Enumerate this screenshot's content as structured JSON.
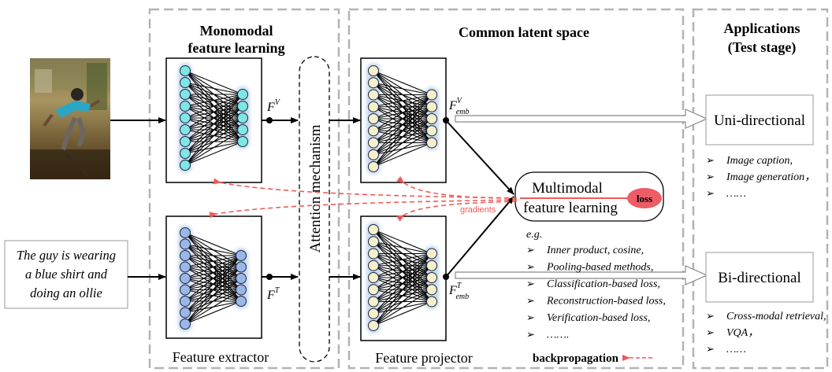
{
  "sections": {
    "monomodal_title_line1": "Monomodal",
    "monomodal_title_line2": "feature learning",
    "common_title": "Common latent space",
    "applications_title_line1": "Applications",
    "applications_title_line2": "(Test stage)"
  },
  "input_text": {
    "line1": "The guy is wearing",
    "line2": "a blue shirt and",
    "line3": "doing an ollie"
  },
  "feature_labels": {
    "fv_base": "F",
    "fv_sup": "V",
    "ft_base": "F",
    "ft_sup": "T",
    "femb_v_base": "F",
    "femb_v_sup": "V",
    "femb_v_sub": "emb",
    "femb_t_base": "F",
    "femb_t_sup": "T",
    "femb_t_sub": "emb"
  },
  "attention_label": "Attention mechanism",
  "multimodal": {
    "line1": "Multimodal",
    "line2": "feature learning",
    "loss": "loss",
    "gradients": "gradients"
  },
  "methods": {
    "eg": "e.g.",
    "items": [
      "Inner product, cosine,",
      "Pooling-based methods,",
      "Classification-based loss,",
      "Reconstruction-based loss,",
      "Verification-based loss,",
      "……."
    ]
  },
  "uni": {
    "label": "Uni-directional",
    "items": [
      "Image caption,",
      "Image generation，",
      "……"
    ]
  },
  "bi": {
    "label": "Bi-directional",
    "items": [
      "Cross-modal retrieval,",
      "VQA，",
      "……"
    ]
  },
  "bottom": {
    "extractor": "Feature extractor",
    "projector": "Feature projector",
    "backprop": "backpropagation"
  },
  "colors": {
    "dash_gray": "#b3b3b3",
    "node_cyan": "#7fe6e6",
    "node_blue": "#9bb7ea",
    "node_cream": "#f6efcc",
    "glow_blue": "#9fb8e6",
    "red_dash": "#f05a5a",
    "loss_fill": "#ee5c66"
  }
}
